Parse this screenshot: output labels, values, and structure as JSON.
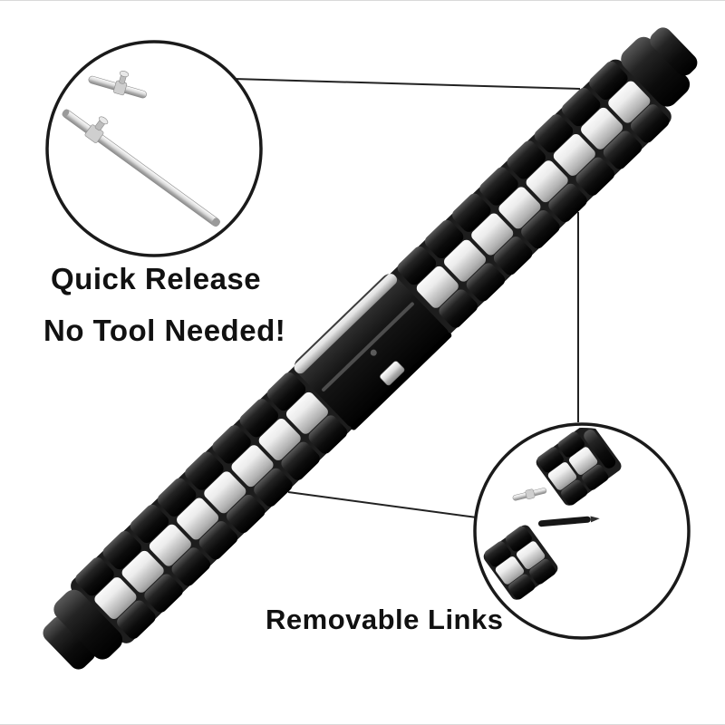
{
  "labels": {
    "quick_release": "Quick Release",
    "no_tool_needed": "No Tool Needed!",
    "removable_links": "Removable Links"
  },
  "colors": {
    "background": "#ffffff",
    "text": "#111111",
    "circle_outline": "#1a1a1a",
    "callout_line": "#222222",
    "band_black": "#121212",
    "band_silver": "#d8d8d8",
    "pin_silver": "#c9c9c9"
  },
  "icons": {
    "quick_release_pins": "spring-bar-pins-icon",
    "removable_links_detail": "links-and-removal-pin-icon"
  }
}
